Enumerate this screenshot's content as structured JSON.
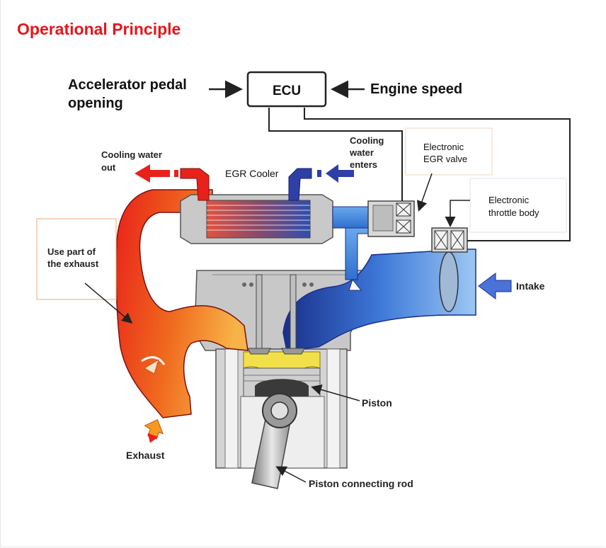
{
  "page": {
    "title": "Operational Principle"
  },
  "diagram": {
    "labels": {
      "accelerator_line1": "Accelerator pedal",
      "accelerator_line2": "opening",
      "ecu": "ECU",
      "engine_speed": "Engine speed",
      "cooling_water_out_line1": "Cooling water",
      "cooling_water_out_line2": "out",
      "egr_cooler": "EGR Cooler",
      "cooling_water_enters_line1": "Cooling",
      "cooling_water_enters_line2": "water",
      "cooling_water_enters_line3": "enters",
      "egr_valve_line1": "Electronic",
      "egr_valve_line2": "EGR valve",
      "throttle_line1": "Electronic",
      "throttle_line2": "throttle body",
      "use_part_line1": "Use part of",
      "use_part_line2": "the exhaust",
      "intake": "Intake",
      "piston": "Piston",
      "exhaust": "Exhaust",
      "connecting_rod": "Piston connecting rod"
    },
    "colors": {
      "title": "#e8141b",
      "hot": "#e8211b",
      "warm": "#f59a1f",
      "cool": "#2f6fd0",
      "dark_blue": "#1a2f8a",
      "engine_gray": "#c8c8c8",
      "piston_yellow": "#f2e04a",
      "callout_border": "#f2b88a"
    }
  }
}
